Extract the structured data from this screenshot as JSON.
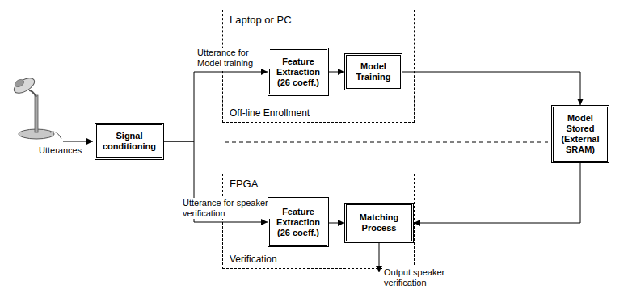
{
  "diagram": {
    "nodes": [
      {
        "text": [
          "Signal conditioning"
        ]
      },
      {
        "text": [
          "Laptop or PC",
          "Off-line Enrollment"
        ]
      },
      {
        "text": [
          "Feature Extraction (26 coeff.)"
        ],
        "in": 1
      },
      {
        "text": [
          "Model Training"
        ],
        "in": 1
      },
      {
        "text": [
          "Model Stored (External SRAM)"
        ]
      },
      {
        "text": [
          "FPGA",
          "Verification"
        ]
      },
      {
        "text": [
          "Feature Extraction (26 coeff.)"
        ],
        "in": 5
      },
      {
        "text": [
          "Matching Process"
        ],
        "in": 5
      }
    ],
    "edges": [
      {
        "from": 0,
        "to": 2,
        "label": "Utterance for Model training",
        "arrow": "to"
      },
      {
        "from": 2,
        "to": 3,
        "arrow": "to"
      },
      {
        "from": 3,
        "to": 4,
        "arrow": "to"
      },
      {
        "from": 0,
        "to": 6,
        "label": "Utterance for speaker verification",
        "arrow": "to"
      },
      {
        "from": 6,
        "to": 7,
        "arrow": "to"
      },
      {
        "from": 4,
        "to": 7,
        "arrow": "to"
      }
    ],
    "labels": [
      "Utterances",
      "Output speaker verification"
    ]
  }
}
